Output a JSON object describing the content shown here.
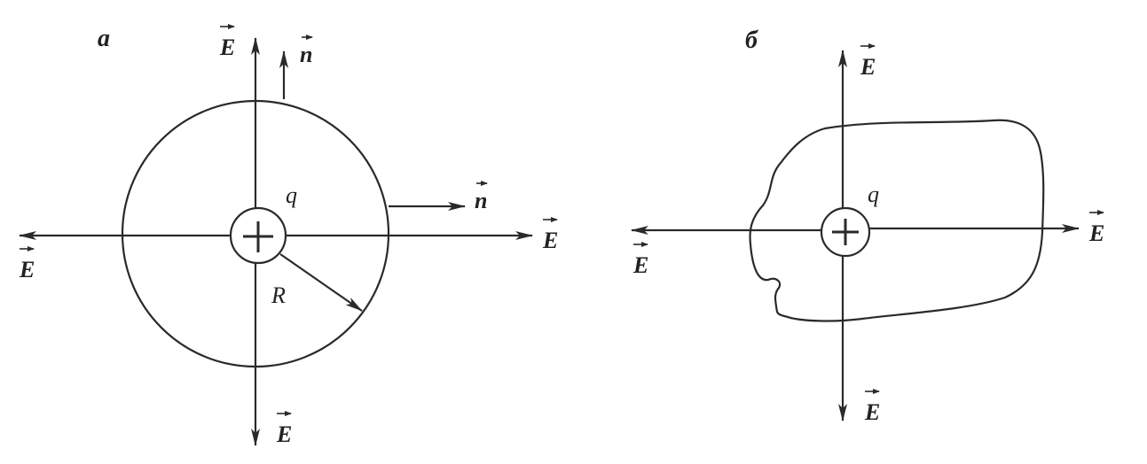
{
  "panel_a": {
    "label": "а",
    "field_symbol": "E",
    "normal_symbol": "n",
    "charge_label": "q",
    "radius_label": "R"
  },
  "panel_b": {
    "label": "б",
    "field_symbol": "E",
    "charge_label": "q"
  },
  "colors": {
    "ink": "#2a2a2a",
    "background": "#ffffff"
  }
}
